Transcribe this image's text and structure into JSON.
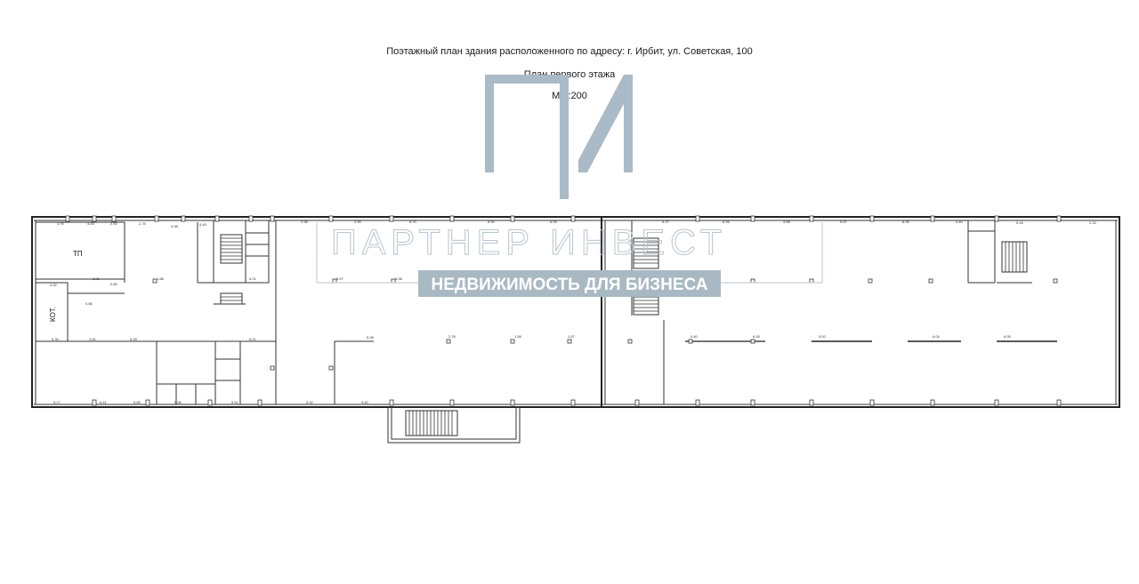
{
  "header": {
    "title": "Поэтажный план здания расположенного по адресу: г. Ирбит, ул. Советская, 100",
    "plan_name": "План первого этажа",
    "scale": "М 1:200"
  },
  "rooms": {
    "tp": "ТП",
    "kot": "КОТ."
  },
  "watermark": {
    "company": "ПАРТНЕР ИНВЕСТ",
    "slogan": "НЕДВИЖИМОСТЬ ДЛЯ БИЗНЕСА"
  },
  "colors": {
    "watermark_logo": "#aabac6",
    "watermark_banner": "#a9b9c4",
    "wall": "#222222"
  },
  "dimensions": [
    "4.75",
    "4.00",
    "2.92",
    "2.75",
    "3.98",
    "4.49",
    "2.98",
    "2.90",
    "6.70",
    "5.90",
    "6.05",
    "5.27",
    "6.26",
    "4.88",
    "5.87",
    "6.05",
    "0.40",
    "5.45",
    "2.33",
    "4.32",
    "2.26",
    "0.80",
    "0.86",
    "1.88",
    "6.01",
    "5.97",
    "5.08",
    "0.77",
    "0.78",
    "6.30",
    "5.30",
    "2.61",
    "6.28",
    "6.01",
    "5.08",
    "2.78",
    "1.58",
    "1.57",
    "0.40",
    "6.05",
    "5.92",
    "6.04",
    "6.05",
    "5.27",
    "6.41",
    "5.85",
    "5.06",
    "5.51",
    "5.32",
    "5.40"
  ]
}
